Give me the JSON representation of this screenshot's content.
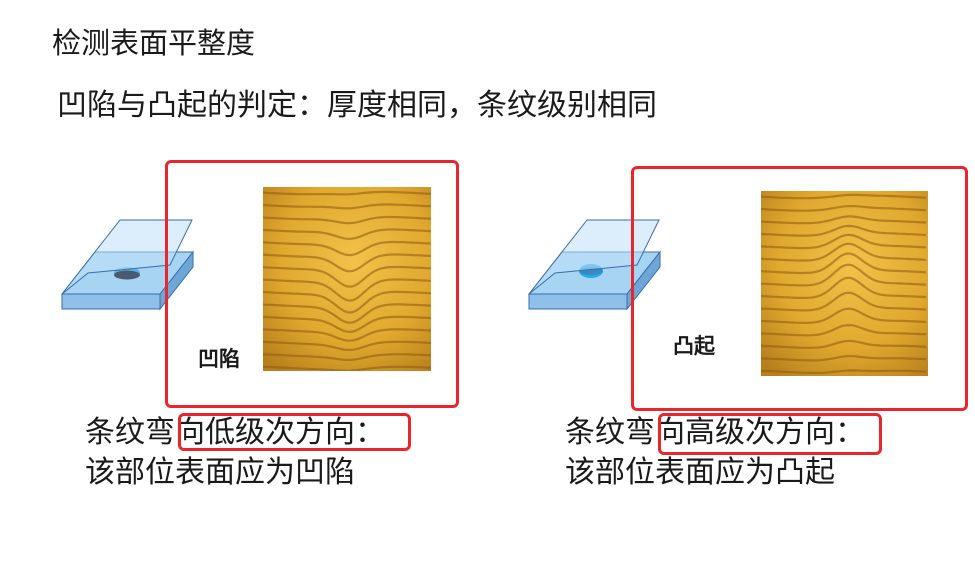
{
  "page": {
    "title": "检测表面平整度",
    "subtitle": "凹陷与凸起的判定：厚度相同，条纹级别相同"
  },
  "panels": [
    {
      "label": "凹陷",
      "desc_line1_prefix": "条纹弯",
      "desc_line1_highlight": "向低级次方向：",
      "desc_line2": "该部位表面应为凹陷",
      "bend": "down"
    },
    {
      "label": "凸起",
      "desc_line1_prefix": "条纹弯",
      "desc_line1_highlight": "向高级次方向：",
      "desc_line2": "该部位表面应为凸起",
      "bend": "up"
    }
  ],
  "colors": {
    "highlight_border": "#e8262b",
    "glass": "#a8d4f4",
    "fringe_base": "#e0a82e"
  }
}
